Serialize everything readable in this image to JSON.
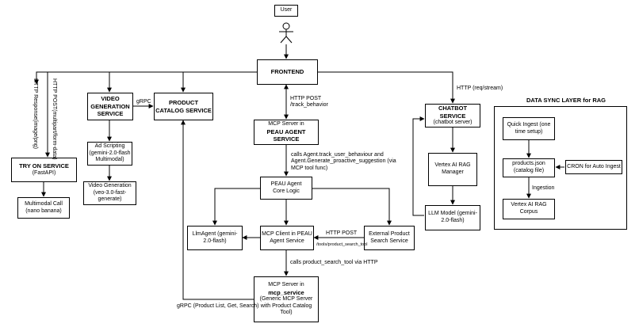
{
  "actor": {
    "label": "User"
  },
  "nodes": {
    "frontend": {
      "title": "FRONTEND",
      "sub": ""
    },
    "video_gen": {
      "title": "VIDEO GENERATION SERVICE",
      "sub": ""
    },
    "product_catalog": {
      "title": "PRODUCT CATALOG SERVICE",
      "sub": ""
    },
    "try_on": {
      "title": "TRY ON SERVICE",
      "sub": "(FastAPI)"
    },
    "multimodal_call": {
      "title": "",
      "sub": "Multimodal Call (nano banana)"
    },
    "ad_scripting": {
      "title": "",
      "sub": "Ad Scripting (gemini-2.0-flash Multimodal)"
    },
    "video_generation": {
      "title": "",
      "sub": "Video Generation (veo-3.0-fast-generate)"
    },
    "mcp_peau": {
      "title": "",
      "sub": "MCP Server in",
      "bold": "PEAU AGENT SERVICE"
    },
    "peau_core": {
      "title": "",
      "sub": "PEAU Agent Core Logic"
    },
    "llm_agent": {
      "title": "",
      "sub": "LlmAgent (gemini-2.0-flash)"
    },
    "mcp_client": {
      "title": "",
      "sub": "MCP Client in PEAU Agent Service"
    },
    "external_search": {
      "title": "",
      "sub": "External Product Search Service"
    },
    "mcp_service": {
      "title": "",
      "sub": "MCP Server in",
      "bold": "mcp_service",
      "sub2": "(Generic MCP Server with Product Catalog Tool)"
    },
    "chatbot": {
      "title": "CHATBOT SERVICE",
      "sub": "(chatbot server)"
    },
    "rag_manager": {
      "title": "",
      "sub": "Vertex AI RAG Manager"
    },
    "llm_model": {
      "title": "",
      "sub": "LLM Model (gemini-2.0-flash)"
    },
    "quick_ingest": {
      "title": "",
      "sub": "Quick Ingest (one time setup)"
    },
    "products_json": {
      "title": "",
      "sub": "products.json (catalog file)"
    },
    "cron": {
      "title": "",
      "sub": "CRON for Auto Ingest"
    },
    "rag_corpus": {
      "title": "",
      "sub": "Vertex AI RAG Corpus"
    }
  },
  "group": {
    "title": "DATA SYNC LAYER for RAG"
  },
  "edge_labels": {
    "grpc": "gRPC",
    "http_post_track": "HTTP POST /track_behavior",
    "http_req_stream": "HTTP (req/stream)",
    "calls_agent": "calls Agent.track_user_behaviour and Agent.Generate_proactive_suggestion (via MCP tool func)",
    "http_post": "HTTP POST",
    "tools_path": "/tools/product_search_tool",
    "calls_product_search": "calls product_search_tool via HTTP",
    "grpc_product": "gRPC (Product List, Get, Search)",
    "ingestion": "Ingestion",
    "http_response": "HTTP Response(image/png)",
    "http_post_multipart": "HTTP POST(multipart/form-data)"
  }
}
